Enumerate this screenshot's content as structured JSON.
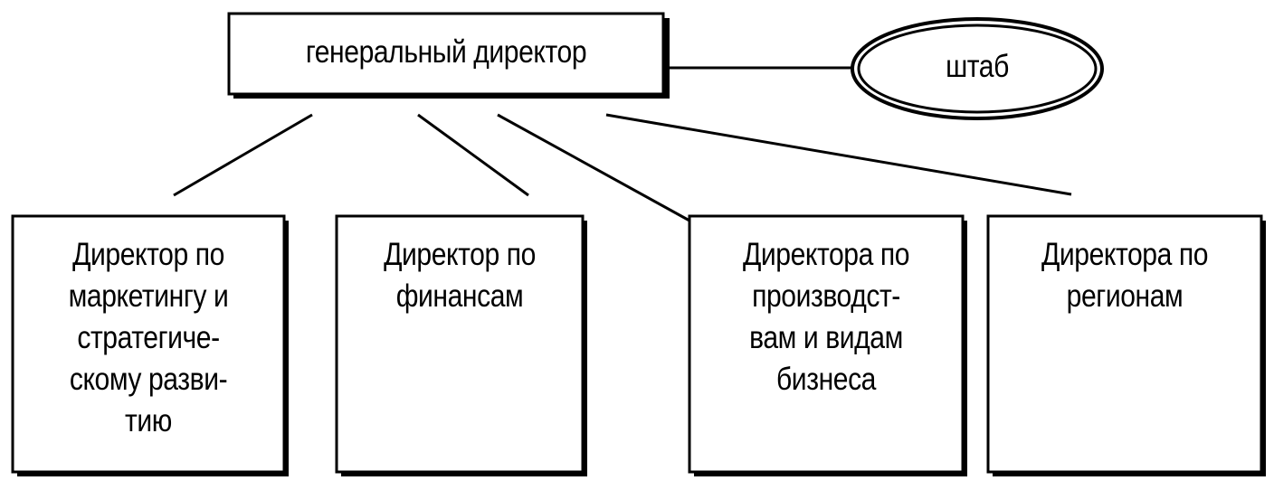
{
  "diagram": {
    "nodes": {
      "ceo": "генеральный директор",
      "staff": "штаб",
      "marketing": "Директор по\nмаркетингу и\nстратегиче-\nскому разви-\nтию",
      "finance": "Директор по\nфинансам",
      "production": "Директора по\nпроизводст-\nвам и видам\nбизнеса",
      "regions": "Директора по\nрегионам"
    },
    "colors": {
      "stroke": "#000000",
      "fill": "#ffffff"
    }
  }
}
